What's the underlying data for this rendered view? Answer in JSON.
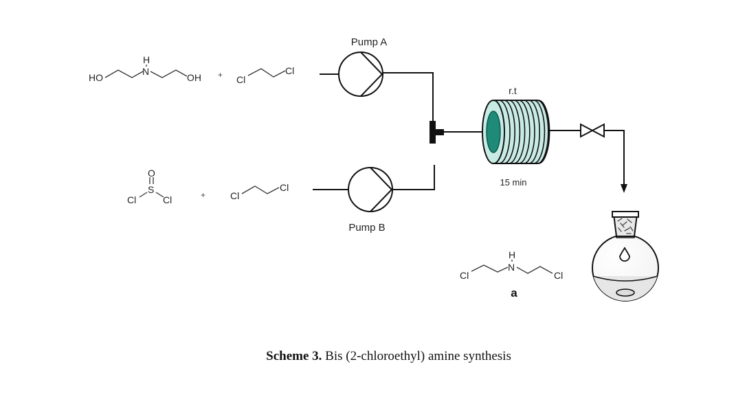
{
  "pumps": {
    "a_label": "Pump A",
    "b_label": "Pump B"
  },
  "reactor": {
    "condition_label": "r.t",
    "time_label": "15 min"
  },
  "reagents_a": {
    "diethanolamine": {
      "n": "N",
      "h": "H",
      "ho": "HO",
      "oh": "OH"
    },
    "plus": "+",
    "dichloroethane": {
      "cl1": "Cl",
      "cl2": "Cl"
    }
  },
  "reagents_b": {
    "thionyl_chloride": {
      "s": "S",
      "o": "O",
      "cl1": "Cl",
      "cl2": "Cl"
    },
    "plus": "+",
    "dichloroethane": {
      "cl1": "Cl",
      "cl2": "Cl"
    }
  },
  "product": {
    "n": "N",
    "h": "H",
    "cl1": "Cl",
    "cl2": "Cl",
    "label": "a"
  },
  "caption": {
    "prefix": "Scheme 3.",
    "text": " Bis (2-chloroethyl) amine synthesis"
  },
  "colors": {
    "reactor_teal": "#1f8a78",
    "reactor_coil": "#c8ebe4",
    "line": "#111111"
  }
}
